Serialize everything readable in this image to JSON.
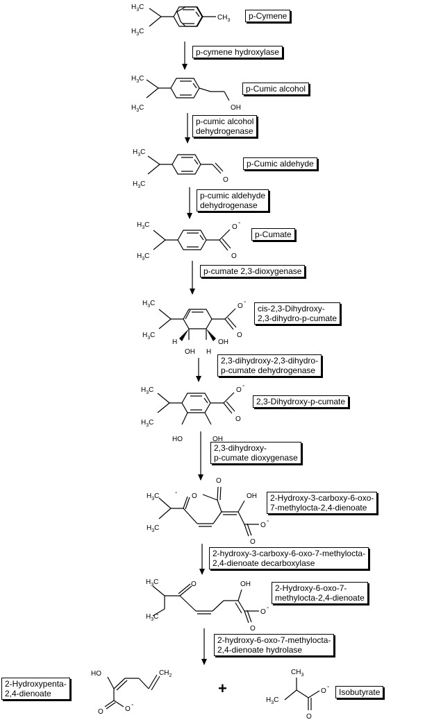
{
  "compounds": {
    "c1": [
      "p-Cymene"
    ],
    "c2": [
      "p-Cumic alcohol"
    ],
    "c3": [
      "p-Cumic aldehyde"
    ],
    "c4": [
      "p-Cumate"
    ],
    "c5": [
      "cis-2,3-Dihydroxy-",
      "2,3-dihydro-p-cumate"
    ],
    "c6": [
      "2,3-Dihydroxy-p-cumate"
    ],
    "c7": [
      "2-Hydroxy-3-carboxy-6-oxo-",
      "7-methylocta-2,4-dienoate"
    ],
    "c8": [
      "2-Hydroxy-6-oxo-7-",
      "methylocta-2,4-dienoate"
    ],
    "c9": [
      "2-Hydroxypenta-",
      "2,4-dienoate"
    ],
    "c10": [
      "Isobutyrate"
    ]
  },
  "enzymes": {
    "e1": [
      "p-cymene hydroxylase"
    ],
    "e2": [
      "p-cumic alcohol",
      "dehydrogenase"
    ],
    "e3": [
      "p-cumic aldehyde",
      "dehydrogenase"
    ],
    "e4": [
      "p-cumate 2,3-dioxygenase"
    ],
    "e5": [
      "2,3-dihydroxy-2,3-dihydro-",
      "p-cumate dehydrogenase"
    ],
    "e6": [
      "2,3-dihydroxy-",
      "p-cumate dioxygenase"
    ],
    "e7": [
      "2-hydroxy-3-carboxy-6-oxo-7-methylocta-",
      "2,4-dienoate decarboxylase"
    ],
    "e8": [
      "2-hydroxy-6-oxo-7-methylocta-",
      "2,4-dienoate hydrolase"
    ]
  },
  "plus_sign": "+",
  "atoms": {
    "ch3": "CH",
    "h3c": "H",
    "c": "C",
    "three": "3",
    "oh": "OH",
    "ho": "HO",
    "o": "O",
    "h": "H",
    "charge": "-",
    "ch2": "CH",
    "two": "2"
  }
}
